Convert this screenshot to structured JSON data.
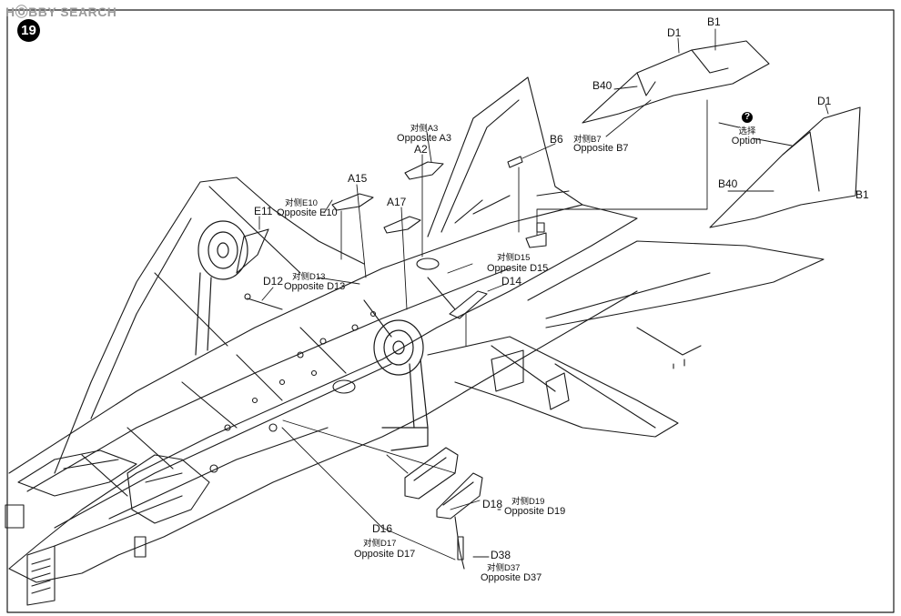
{
  "watermark": "HⓄBBY SEARCH",
  "step": {
    "number": "19"
  },
  "option": {
    "icon_glyph": "?",
    "cn": "选择",
    "en": "Option"
  },
  "callouts": {
    "d1_top": "D1",
    "b1_top": "B1",
    "b40_top": "B40",
    "d1_side": "D1",
    "b40_side": "B40",
    "b1_side": "B1",
    "a3_cn": "对侧A3",
    "a3_en": "Opposite A3",
    "a2": "A2",
    "b6": "B6",
    "b7_cn": "对侧B7",
    "b7_en": "Opposite B7",
    "a15": "A15",
    "a17": "A17",
    "e10_cn": "对侧E10",
    "e10_en": "Opposite E10",
    "e11": "E11",
    "d12": "D12",
    "d13_cn": "对侧D13",
    "d13_en": "Opposite D13",
    "d15_cn": "对侧D15",
    "d15_en": "Opposite D15",
    "d14": "D14",
    "d18": "D18",
    "d19_cn": "对侧D19",
    "d19_en": "Opposite D19",
    "d16": "D16",
    "d17_cn": "对侧D17",
    "d17_en": "Opposite D17",
    "d38": "D38",
    "d37_cn": "对侧D37",
    "d37_en": "Opposite D37"
  }
}
